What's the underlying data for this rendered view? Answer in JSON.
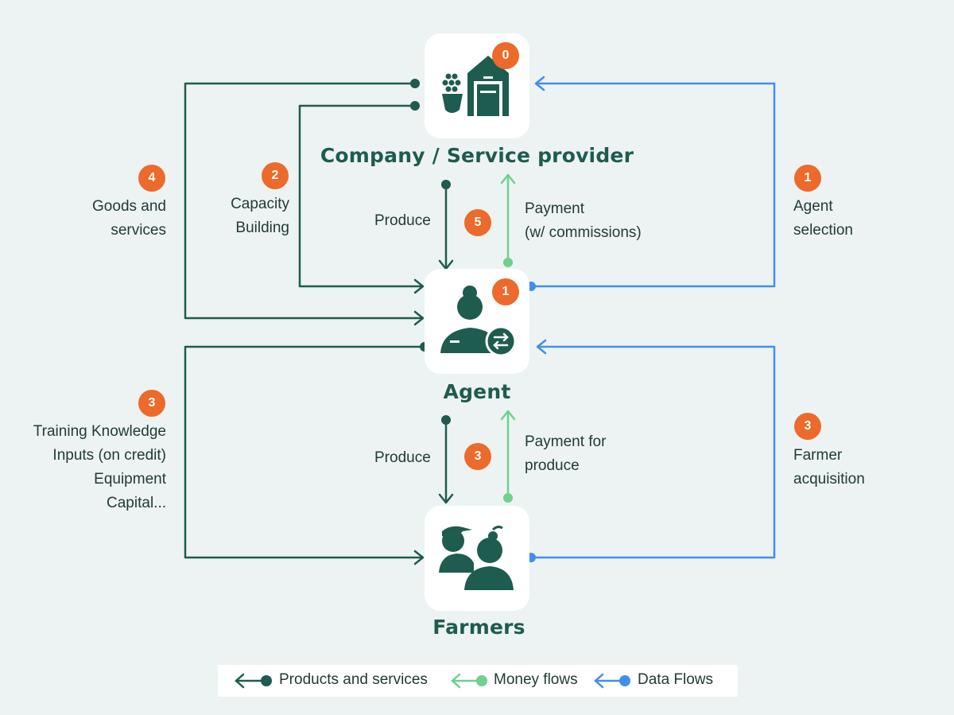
{
  "nodes": {
    "company": {
      "title": "Company / Service provider",
      "badge": "0",
      "icon": "warehouse-icon"
    },
    "agent": {
      "title": "Agent",
      "badge": "1",
      "icon": "agent-exchange-icon"
    },
    "farmers": {
      "title": "Farmers",
      "badge": "",
      "icon": "farmers-icon"
    }
  },
  "flows": {
    "goods_services": {
      "badge": "4",
      "lines": [
        "Goods and",
        "services"
      ]
    },
    "capacity_building": {
      "badge": "2",
      "lines": [
        "Capacity",
        "Building"
      ]
    },
    "produce_to_company": {
      "label": "Produce"
    },
    "step5": {
      "badge": "5"
    },
    "payment_commissions": {
      "lines": [
        "Payment",
        "(w/ commissions)"
      ]
    },
    "agent_selection": {
      "badge": "1",
      "lines": [
        "Agent",
        "selection"
      ]
    },
    "training_inputs": {
      "badge": "3",
      "lines": [
        "Training Knowledge",
        "Inputs (on credit)",
        "Equipment",
        "Capital..."
      ]
    },
    "produce_to_agent": {
      "label": "Produce"
    },
    "step3_center": {
      "badge": "3"
    },
    "payment_produce": {
      "lines": [
        "Payment for",
        "produce"
      ]
    },
    "farmer_acquisition": {
      "badge": "3",
      "lines": [
        "Farmer",
        "acquisition"
      ]
    }
  },
  "legend": {
    "items": [
      {
        "label": "Products and services",
        "color": "#1d5c4f"
      },
      {
        "label": "Money flows",
        "color": "#6fd08f"
      },
      {
        "label": "Data Flows",
        "color": "#3f8ff0"
      }
    ]
  },
  "colors": {
    "products": "#1d5c4f",
    "money": "#6fd08f",
    "data": "#3f8ff0",
    "badge": "#ec6a2b",
    "background": "#edf3f2"
  }
}
